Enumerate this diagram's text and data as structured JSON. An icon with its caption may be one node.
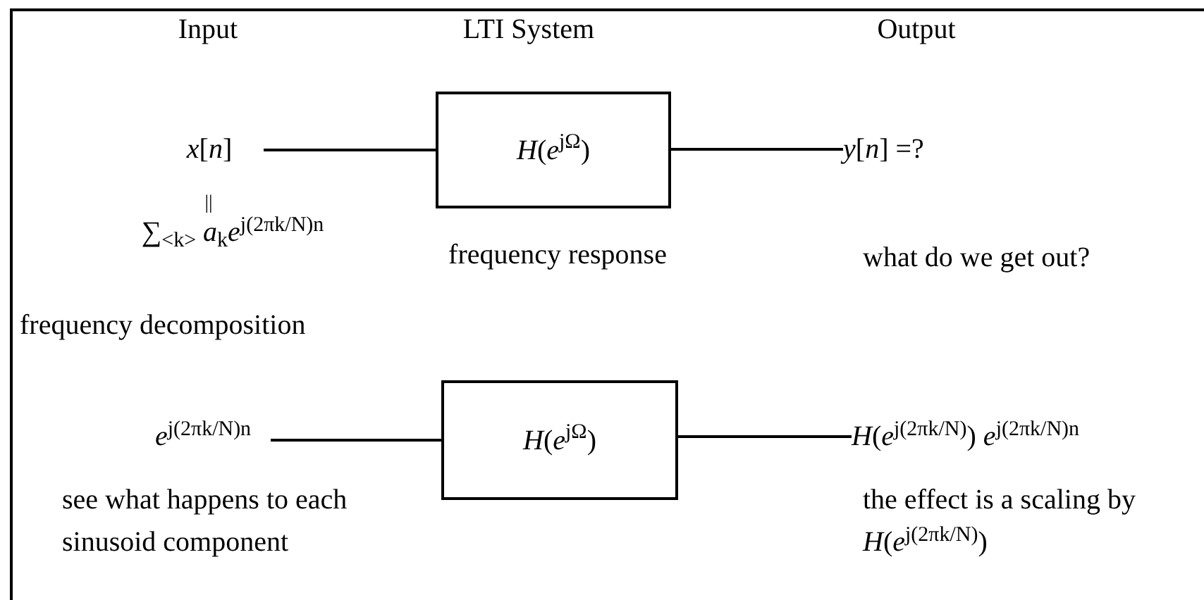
{
  "diagram": {
    "nodes": [
      {
        "text": [
          "*x*[*n*]"
        ]
      },
      {
        "text": [
          "*H*(*e*$^{jΩ}$)"
        ]
      },
      {
        "text": [
          "*y*[*n*]  =?"
        ]
      },
      {
        "text": [
          "*e*$^{j(2πk/N)n}$"
        ]
      },
      {
        "text": [
          "*H*(*e*$^{jΩ}$)"
        ]
      },
      {
        "text": [
          "*H*(*e*$^{j(2πk/N)}$) *e*$^{j(2πk/N)n}$"
        ]
      }
    ],
    "edges": [
      {
        "from": 0,
        "to": 1,
        "arrow": "none"
      },
      {
        "from": 1,
        "to": 2,
        "arrow": "none"
      },
      {
        "from": 3,
        "to": 4,
        "arrow": "none"
      },
      {
        "from": 4,
        "to": 5,
        "arrow": "none"
      }
    ],
    "labels": [
      "Input",
      "LTI System",
      "Output",
      "||",
      "∑$_{<k>}$ *a*$_{k}$*e*$^{j(2πk/N)n}$",
      "frequency response",
      "what do we get out?",
      "frequency decomposition",
      "see what happens to each sinusoid component",
      "the effect is a scaling by *H*(*e*$^{j(2πk/N)}$)"
    ]
  }
}
